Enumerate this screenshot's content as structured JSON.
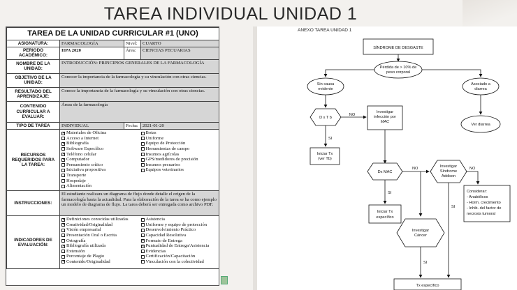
{
  "slide_title": "TAREA INDIVIDUAL UNIDAD 1",
  "document": {
    "header": "TAREA DE LA UNIDAD CURRICULAR #1 (UNO)",
    "labels": {
      "asignatura": "ASIGNATURA:",
      "periodo": "PERIODO ACADÉMICO:",
      "nombre": "NOMBRE DE LA UNIDAD:",
      "objetivo": "OBJETIVO DE LA UNIDAD:",
      "resultado": "RESULTADO DEL APRENDIZAJE:",
      "contenido": "CONTENIDO CURRICULAR A EVALUAR:",
      "tipo": "TIPO DE TAREA",
      "recursos": "RECURSOS REQUERIDOS PARA LA TAREA:",
      "instrucciones": "INSTRUCCIONES:",
      "indicadores": "INDICADORES DE EVALUACIÓN:"
    },
    "asignatura": "FARMACOLOGÍA",
    "nivel_label": "Nivel:",
    "nivel": "CUARTO",
    "periodo": "IIPA 2020",
    "area_label": "Área:",
    "area": "CIENCIAS PECUARIAS",
    "nombre": "INTRODUCCIÓN: PRINCIPIOS GENERALES DE LA FARMACOLOGÍA",
    "objetivo": "Conocer la importancia de la farmacología y su vinculación con otras ciencias.",
    "resultado": "Conoce la importancia de la farmacología y su vinculación con otras ciencias.",
    "contenido": "Áreas de la farmacología",
    "tipo": "INDIVIDUAL",
    "fecha_label": "Fecha:",
    "fecha": "2021-01-20",
    "recursos_left": [
      {
        "t": "Materiales de Oficina",
        "c": "☒"
      },
      {
        "t": "Acceso a Internet",
        "c": "☐"
      },
      {
        "t": "Bibliografía",
        "c": "☒"
      },
      {
        "t": "Software Específico",
        "c": "☐"
      },
      {
        "t": "Teléfono celular",
        "c": "☒"
      },
      {
        "t": "Computador",
        "c": "☒"
      },
      {
        "t": "Pensamiento crítico",
        "c": "☐"
      },
      {
        "t": "Iniciativa propositiva",
        "c": "☐"
      },
      {
        "t": "Transporte",
        "c": "☐"
      },
      {
        "t": "Hospedaje",
        "c": "☐"
      },
      {
        "t": "Alimentación",
        "c": "☐"
      }
    ],
    "recursos_right": [
      {
        "t": "Botas",
        "c": "☐"
      },
      {
        "t": "Uniforme",
        "c": "☐"
      },
      {
        "t": "Equipo de Protección",
        "c": "☐"
      },
      {
        "t": "Herramientas de campo",
        "c": "☐"
      },
      {
        "t": "Insumos agrícolas",
        "c": "☐"
      },
      {
        "t": "GPS/medidores de precisión",
        "c": "☐"
      },
      {
        "t": "Insumos pecuarios",
        "c": "☐"
      },
      {
        "t": "Equipos veterinarios",
        "c": "☐"
      }
    ],
    "instrucciones": "El estudiante realizara un diagrama de flujo donde detalle el origen de la farmacología hasta la actualidad. Para la elaboración de la tarea se ha como ejemplo un modelo de diagrama de flujo. La tarea deberá ser entregada como archivo PDF.",
    "indicadores_left": [
      {
        "t": "Definiciones conocidas utilizadas",
        "c": "☒"
      },
      {
        "t": "Creatividad/Originalidad",
        "c": "☒"
      },
      {
        "t": "Visión empresarial",
        "c": "☐"
      },
      {
        "t": "Presentación Oral o Escrita",
        "c": "☐"
      },
      {
        "t": "Ortografía",
        "c": "☐"
      },
      {
        "t": "Bibliografía utilizada",
        "c": "☒"
      },
      {
        "t": "Extensión",
        "c": "☐"
      },
      {
        "t": "Porcentaje de Plagio",
        "c": "☐"
      },
      {
        "t": "Contenido/Originalidad",
        "c": "☒"
      }
    ],
    "indicadores_right": [
      {
        "t": "Asistencia",
        "c": "☐"
      },
      {
        "t": "Uniforme y equipo de protección",
        "c": "☐"
      },
      {
        "t": "Desenvolvimiento Práctico",
        "c": "☐"
      },
      {
        "t": "Capacidad Resolutiva",
        "c": "☐"
      },
      {
        "t": "Formato de Entrega",
        "c": "☒"
      },
      {
        "t": "Puntualidad de Entrega/Asistencia",
        "c": "☒"
      },
      {
        "t": "Evidencias",
        "c": "☐"
      },
      {
        "t": "Certificación/Capacitación",
        "c": "☐"
      },
      {
        "t": "Vinculación con la colectividad",
        "c": "☐"
      }
    ]
  },
  "diagram": {
    "label": "ANEXO TAREA UNIDAD 1",
    "start": "SÍNDROME DE DESGASTE",
    "perdida": [
      "Pérdida de > 10% de",
      "peso corporal"
    ],
    "sin_causa": [
      "Sin causa",
      "evidente"
    ],
    "asociado": [
      "Asociado a",
      "diarrea"
    ],
    "dxtb": "D x T b",
    "investigar_mac": [
      "Investigar",
      "infección por",
      "MAC"
    ],
    "ver_diarrea": "Ver diarrea",
    "iniciar_tx": [
      "Iniciar Tx",
      "(ver Tb)"
    ],
    "dxmac": "Dx MAC",
    "inv_addison": [
      "Investigar",
      "Síndrome",
      "Addison"
    ],
    "iniciar_tx2": [
      "Iniciar Tx",
      "específico"
    ],
    "considerar": [
      "Considerar:",
      "- Anabólicos",
      "- Horm. crecimiento",
      "- Inhib. del factor de",
      "  necrosis tumoral"
    ],
    "inv_cancer": [
      "Investigar",
      "Cáncer"
    ],
    "tx_especifico": "Tx específico",
    "si": "SI",
    "no": "NO"
  }
}
